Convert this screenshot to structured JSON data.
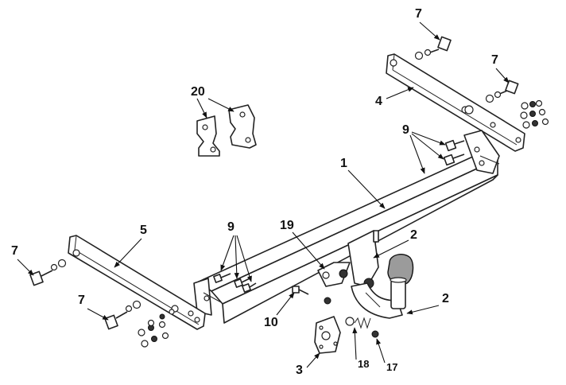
{
  "labels": {
    "p1": "1",
    "p2a": "2",
    "p2b": "2",
    "p3": "3",
    "p4": "4",
    "p5": "5",
    "p7a": "7",
    "p7b": "7",
    "p7c": "7",
    "p7d": "7",
    "p9a": "9",
    "p9b": "9",
    "p10": "10",
    "p17": "17",
    "p18": "18",
    "p19": "19",
    "p20": "20"
  },
  "colors": {
    "line": "#222222",
    "ball": "#9b9b9b",
    "background": "#ffffff"
  }
}
